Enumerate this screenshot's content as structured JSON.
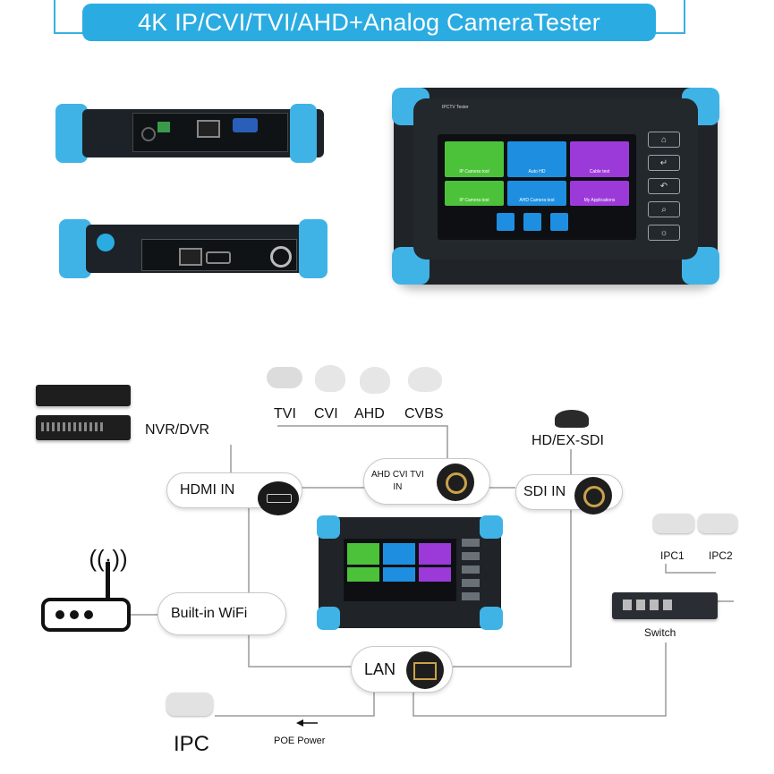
{
  "banner": {
    "title": "4K IP/CVI/TVI/AHD+Analog CameraTester"
  },
  "front_device": {
    "brand_label": "IPCTV Tester",
    "tiles": [
      "IP Camera tool",
      "Auto HD",
      "Cable test",
      "IP Camera test",
      "AHD Camera test",
      "My Applications"
    ]
  },
  "camera_types": [
    "TVI",
    "CVI",
    "AHD",
    "CVBS"
  ],
  "labels": {
    "nvr_dvr": "NVR/DVR",
    "hd_ex_sdi": "HD/EX-SDI",
    "hdmi_in": "HDMI IN",
    "ahd_cvi_tvi_in_line1": "AHD CVI TVI",
    "ahd_cvi_tvi_in_line2": "IN",
    "sdi_in": "SDI IN",
    "built_in_wifi": "Built-in WiFi",
    "lan": "LAN",
    "ipc1": "IPC1",
    "ipc2": "IPC2",
    "switch": "Switch",
    "ipc": "IPC",
    "poe_power": "POE Power"
  },
  "colors": {
    "accent_blue": "#2aace2",
    "tile_green": "#4cc23a",
    "tile_blue": "#1e8fe0",
    "tile_purple": "#9b3ad8"
  },
  "icons": [
    "camera-icon",
    "dome-camera-icon",
    "router-icon",
    "switch-icon",
    "bnc-port-icon",
    "hdmi-port-icon",
    "rj45-port-icon"
  ]
}
